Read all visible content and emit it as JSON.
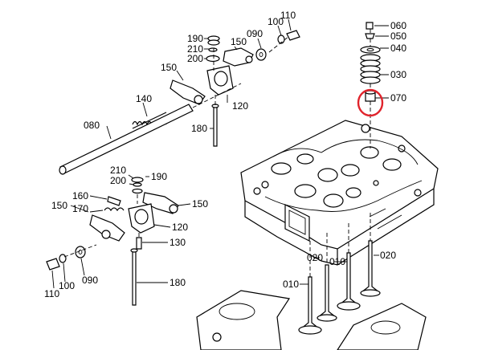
{
  "labels": {
    "p060": "060",
    "p050": "050",
    "p040": "040",
    "p030": "030",
    "p070": "070",
    "p110_top": "110",
    "p100_top": "100",
    "p090_top": "090",
    "p190_top": "190",
    "p210_top": "210",
    "p200_top": "200",
    "p150_top_a": "150",
    "p150_top_b": "150",
    "p140": "140",
    "p120_top": "120",
    "p080": "080",
    "p180_top": "180",
    "p210_mid": "210",
    "p200_mid": "200",
    "p190_mid": "190",
    "p160": "160",
    "p150_mid_a": "150",
    "p170": "170",
    "p150_mid_b": "150",
    "p120_mid": "120",
    "p130": "130",
    "p110_bot": "110",
    "p100_bot": "100",
    "p090_bot": "090",
    "p180_bot": "180",
    "p020_a": "020",
    "p010_a": "010",
    "p020_b": "020",
    "p010_b": "010"
  },
  "highlight": {
    "color": "#e0242c"
  }
}
